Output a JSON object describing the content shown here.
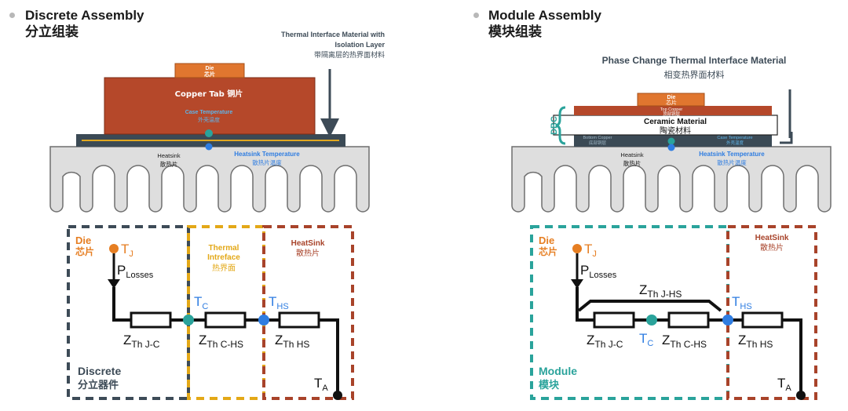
{
  "left": {
    "title_en": "Discrete Assembly",
    "title_zh": "分立组装",
    "interface_label_en_1": "Thermal Interface Material with",
    "interface_label_en_2": "Isolation Layer",
    "interface_label_zh": "带隔离层的热界面材料",
    "die_en": "Die",
    "die_zh": "芯片",
    "copper_tab": "Copper Tab 铜片",
    "case_temp_en": "Case Temperature",
    "case_temp_zh": "外壳温度",
    "heatsink_en": "Heatsink",
    "heatsink_zh": "散热片",
    "heatsink_temp_en": "Heatsink Temperature",
    "heatsink_temp_zh": "散热片温度",
    "circuit": {
      "die_en": "Die",
      "die_zh": "芯片",
      "tj": "T",
      "tj_sub": "J",
      "p": "P",
      "p_sub": "Losses",
      "thermal_en_1": "Thermal",
      "thermal_en_2": "Intreface",
      "thermal_zh": "热界面",
      "heatsink_en": "HeatSink",
      "heatsink_zh": "散热片",
      "tc": "T",
      "tc_sub": "C",
      "ths": "T",
      "ths_sub": "HS",
      "z1": "Z",
      "z1_sub": "Th J-C",
      "z2": "Z",
      "z2_sub": "Th C-HS",
      "z3": "Z",
      "z3_sub": "Th HS",
      "ta": "T",
      "ta_sub": "A",
      "group_en": "Discrete",
      "group_zh": "分立器件"
    }
  },
  "right": {
    "title_en": "Module Assembly",
    "title_zh": "模块组装",
    "pcm_en": "Phase Change Thermal Interface Material",
    "pcm_zh": "相变热界面材料",
    "die_en": "Die",
    "die_zh": "芯片",
    "top_copper_en": "Top Copper",
    "top_copper_zh": "顶部铜层",
    "ceramic_en": "Ceramic Material",
    "ceramic_zh": "陶瓷材料",
    "bottom_copper_en": "Bottom Copper",
    "bottom_copper_zh": "底部铜层",
    "case_temp_en": "Case Temperature",
    "case_temp_zh": "外壳温度",
    "dbc": "DBC",
    "heatsink_en": "Heatsink",
    "heatsink_zh": "散热片",
    "heatsink_temp_en": "Heatsink Temperature",
    "heatsink_temp_zh": "散热片温度",
    "circuit": {
      "die_en": "Die",
      "die_zh": "芯片",
      "tj": "T",
      "tj_sub": "J",
      "p": "P",
      "p_sub": "Losses",
      "heatsink_en": "HeatSink",
      "heatsink_zh": "散热片",
      "zjhs": "Z",
      "zjhs_sub": "Th J-HS",
      "ths": "T",
      "ths_sub": "HS",
      "z1": "Z",
      "z1_sub": "Th J-C",
      "tc": "T",
      "tc_sub": "C",
      "z2": "Z",
      "z2_sub": "Th C-HS",
      "z3": "Z",
      "z3_sub": "Th HS",
      "ta": "T",
      "ta_sub": "A",
      "group_en": "Module",
      "group_zh": "模块"
    }
  },
  "colors": {
    "copper": "#b5482a",
    "die": "#e0762f",
    "orange_label": "#e67e22",
    "teal": "#2aa39b",
    "blue": "#2f7de1",
    "yellow": "#e3a817",
    "red_dashed": "#a8432a",
    "slate": "#3d4b57",
    "heatsink_fill": "#dedede",
    "heatsink_stroke": "#6f6f6f",
    "base_plate": "#3b4a55"
  }
}
